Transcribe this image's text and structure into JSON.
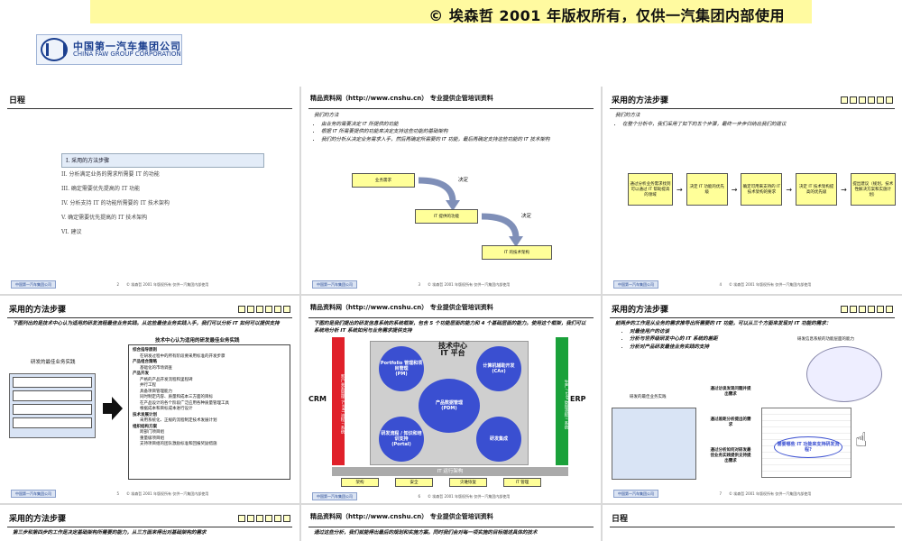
{
  "banner": "©   埃森哲 2001 年版权所有，仅供一汽集团内部使用",
  "logo": {
    "cn": "中国第一汽车集团公司",
    "en": "CHINA FAW GROUP CORPORATION"
  },
  "footer": {
    "logo": "中国第一汽车集团公司",
    "copyright": "© 埃森哲 2001 年版权所有 仅供一汽集团内部使用"
  },
  "slides": [
    {
      "title": "日程",
      "page": "2",
      "agenda": [
        "I.  采用的方法步骤",
        "II.  分析满足业务的需求所需要 IT 的功能",
        "III. 确定需要优先提高的 IT 功能",
        "IV.  分析支持 IT 的功能所需要的 IT 技术架构",
        "V.   确定需要优先提高的 IT 技术架构",
        "VI.  建议"
      ]
    },
    {
      "title": "精品资料网（http://www.cnshu.cn） 专业提供企管培训资料",
      "page": "3",
      "heading": "我们的方法",
      "bullets": [
        "由业务的需要决定 IT 所提供的功能",
        "根据 IT 所需要提供的功能来决定支持这些功能的基础架构",
        "我们的分析从决定业务需求入手，然后再确定所需要的 IT 功能，最后再确定支持这些功能的 IT 技术架构"
      ],
      "flow": [
        "业务需求",
        "IT 提供的功能",
        "IT 的技术架构"
      ],
      "decide": "决定"
    },
    {
      "title": "采用的方法步骤",
      "page": "4",
      "heading": "我们的方法",
      "bullets": [
        "在整个分析中，我们采用了如下的五个步骤，最终一步步归纳出我们的建议"
      ],
      "steps": [
        "通过分析业务需求找到可以通过 IT 帮助提高的领域",
        "决定 IT 功能的优先级",
        "确定可用来支持的 IT 技术架构的要求",
        "决定 IT 技术架构提高的优先级",
        "提出建议（规划，技术性解决方案和实施计划）"
      ]
    },
    {
      "title": "采用的方法步骤",
      "page": "5",
      "intro": "下图列出的是技术中心认为适用的研发流程最佳业务实践。从这些最佳业务实践入手，我们可以分析 IT 如何可以提供支持",
      "panel_title": "技术中心认为适用的研发最佳业务实践",
      "left_label": "研发的最佳业务实践",
      "sections": [
        {
          "head": "综合指导原则",
          "items": [
            "在研发过程中的所有阶段要采用标准的开发步骤"
          ]
        },
        {
          "head": "产品组合策略",
          "items": [
            "基础化的市场调查"
          ]
        },
        {
          "head": "产品开发",
          "items": [
            "严格的产品开发流程和里程碑",
            "并行工程",
            "具备项目管理能力",
            "同时制定内容、质量和成本三方面的目标",
            "在产品设计的各个阶段广泛应用各种质量管理工具",
            "根据成本和目标成本进行设计"
          ]
        },
        {
          "head": "技术发展计划",
          "items": [
            "采用系统化、正规的流程制定技术发展计划"
          ]
        },
        {
          "head": "组织结构方案",
          "items": [
            "跨部门项目组",
            "重量级项目组",
            "支持项目组的团队激励标准和回报奖励措施"
          ]
        }
      ]
    },
    {
      "title": "精品资料网（http://www.cnshu.cn） 专业提供企管培训资料",
      "page": "6",
      "intro": "下图的是我们提出的研发信息系统的系统框架，包含 5 个功能层面的能力和 4 个基础层面的能力。使用这个框架，我们可以系统地分析 IT 系统如何与业务需求提供支持",
      "center": "技术中心\nIT 平台",
      "nodes": [
        "Portfolio 管理和项目管理\n(PM)",
        "计算机辅助开发\n(CAx)",
        "产品数据管理\n(PDM)",
        "研发流程 / 知识和培训支持\n(Portal)",
        "研发集成"
      ],
      "left": "CRM",
      "right": "ERP",
      "left_bar": "客户关系管理 (CRM) 流程 / 系统",
      "right_bar": "生产 / ERP 管理流程 / 系统",
      "base": "IT    运行架构",
      "base_items": [
        "架构",
        "安全",
        "灾难恢复",
        "IT 管理"
      ]
    },
    {
      "title": "采用的方法步骤",
      "page": "7",
      "intro": "前两步的工作是从业务的需求推导出所需要的 IT 功能，可以从三个方面来发现对 IT 功能的需求：",
      "bullets": [
        "对最佳用户的访谈",
        "分析与世界级研发中心的 IT 系统的差距",
        "分析对产品研发最佳业务实践的支持"
      ],
      "left_label": "研发的最佳业务实践",
      "right_label": "研发信息系统的功能层面的能力",
      "arrows": [
        "通过访谈发现问题并提出需求",
        "通过差距分析提出的需求",
        "通过分析如何对研发最佳业务实践提供支持提出需求"
      ],
      "question": "需要哪些 IT 功能来支持研发流程?"
    },
    {
      "title": "采用的方法步骤",
      "intro": "第三步和第四步的工作是决定基础架构所需要的能力，从三方面来得出对基础架构的需求"
    },
    {
      "title": "精品资料网（http://www.cnshu.cn） 专业提供企管培训资料",
      "intro": "通过这些分析，我们就能得出最后的规划和实施方案。同时我们会对每一项实施的目标描述具体的技术"
    },
    {
      "title": "日程"
    }
  ],
  "colors": {
    "banner": "#fffaa0",
    "accent_blue": "#3a4fd1",
    "yellow_box": "#ffff99",
    "crm_red": "#e0202a",
    "erp_green": "#1aa13a"
  }
}
